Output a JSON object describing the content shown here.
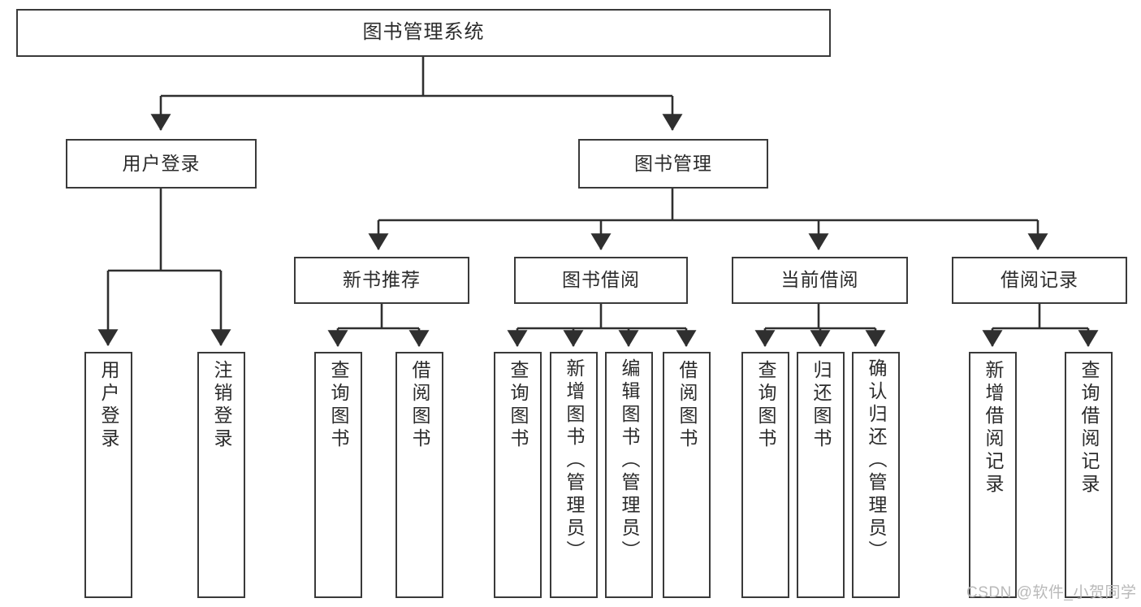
{
  "diagram": {
    "title": "图书管理系统",
    "type": "tree",
    "colors": {
      "stroke": "#3a3a3a",
      "fill": "#ffffff",
      "text": "#2b2b2b",
      "watermark": "#b9b9b9"
    },
    "nodes": {
      "root": {
        "label": "图书管理系统"
      },
      "level2": [
        {
          "id": "user-login",
          "label": "用户登录"
        },
        {
          "id": "book-manage",
          "label": "图书管理"
        }
      ],
      "level3": [
        {
          "id": "new-book-recommend",
          "label": "新书推荐"
        },
        {
          "id": "book-borrow",
          "label": "图书借阅"
        },
        {
          "id": "current-borrow",
          "label": "当前借阅"
        },
        {
          "id": "borrow-record",
          "label": "借阅记录"
        }
      ],
      "leaves": {
        "user-login": [
          {
            "id": "leaf-user-login",
            "label": "用户登录"
          },
          {
            "id": "leaf-user-logout",
            "label": "注销登录"
          }
        ],
        "new-book-recommend": [
          {
            "id": "leaf-query-book-1",
            "label": "查询图书"
          },
          {
            "id": "leaf-borrow-book-1",
            "label": "借阅图书"
          }
        ],
        "book-borrow": [
          {
            "id": "leaf-query-book-2",
            "label": "查询图书"
          },
          {
            "id": "leaf-add-book-admin",
            "label": "新增图书（管理员）"
          },
          {
            "id": "leaf-edit-book-admin",
            "label": "编辑图书（管理员）"
          },
          {
            "id": "leaf-borrow-book-2",
            "label": "借阅图书"
          }
        ],
        "current-borrow": [
          {
            "id": "leaf-query-book-3",
            "label": "查询图书"
          },
          {
            "id": "leaf-return-book",
            "label": "归还图书"
          },
          {
            "id": "leaf-confirm-return-admin",
            "label": "确认归还（管理员）"
          }
        ],
        "borrow-record": [
          {
            "id": "leaf-add-borrow-record",
            "label": "新增借阅记录"
          },
          {
            "id": "leaf-query-borrow-record",
            "label": "查询借阅记录"
          }
        ]
      }
    }
  },
  "watermark": {
    "text": "CSDN @软件_小贺同学"
  }
}
